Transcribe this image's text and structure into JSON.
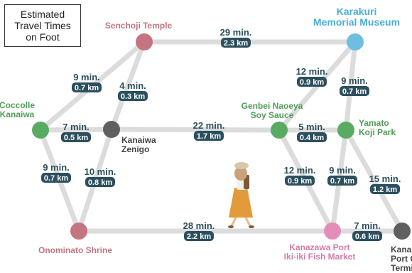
{
  "legend_title": "Estimated\nTravel Times\non Foot",
  "colors": {
    "route_line": "#dcdcdc",
    "pill_bg": "#2c4f5d",
    "time_text": "#2c4f5d",
    "pink_node": "#c4757f",
    "pink_label": "#c4757f",
    "blue_node": "#6fbee0",
    "blue_label": "#49aed6",
    "green_node": "#5aab62",
    "green_label": "#4f9e56",
    "gray_node": "#5f5f5f",
    "gray_label": "#444444",
    "port_node": "#e58db8",
    "port_label": "#d67ba8"
  },
  "places": [
    {
      "id": "senchoji",
      "name": "Senchoji Temple",
      "color": "pink"
    },
    {
      "id": "karakuri",
      "name": "Karakuri\nMemorial Museum",
      "color": "blue"
    },
    {
      "id": "coccolle",
      "name": "Coccolle\nKanaiwa",
      "color": "green"
    },
    {
      "id": "kanaiwa-zenigo",
      "name": "Kanaiwa\nZenigo",
      "color": "gray"
    },
    {
      "id": "genbei",
      "name": "Genbei Naoeya\nSoy Sauce",
      "color": "green"
    },
    {
      "id": "yamato",
      "name": "Yamato\nKoji Park",
      "color": "green"
    },
    {
      "id": "onominato",
      "name": "Onominato Shrine",
      "color": "pink"
    },
    {
      "id": "kanazawa-port",
      "name": "Kanazawa Port\nIki-iki Fish Market",
      "color": "port"
    },
    {
      "id": "kanazawa-port-terminal",
      "name": "Kanazawa\nPort Cruise\nTerminal",
      "color": "gray"
    }
  ],
  "routes": [
    {
      "id": "senchoji-karakuri",
      "time": "29 min.",
      "distance": "2.3 km"
    },
    {
      "id": "coccolle-senchoji",
      "time": "9 min.",
      "distance": "0.7 km"
    },
    {
      "id": "zenigo-senchoji",
      "time": "4 min.",
      "distance": "0.3 km"
    },
    {
      "id": "genbei-karakuri",
      "time": "12 min.",
      "distance": "0.9 km"
    },
    {
      "id": "yamato-karakuri",
      "time": "9 min.",
      "distance": "0.7 km"
    },
    {
      "id": "coccolle-zenigo",
      "time": "7 min.",
      "distance": "0.5 km"
    },
    {
      "id": "zenigo-genbei",
      "time": "22 min.",
      "distance": "1.7 km"
    },
    {
      "id": "genbei-yamato",
      "time": "5 min.",
      "distance": "0.4 km"
    },
    {
      "id": "coccolle-onominato",
      "time": "9 min.",
      "distance": "0.7 km"
    },
    {
      "id": "zenigo-onominato",
      "time": "10 min.",
      "distance": "0.8 km"
    },
    {
      "id": "genbei-port",
      "time": "12 min.",
      "distance": "0.9 km"
    },
    {
      "id": "yamato-port",
      "time": "9 min.",
      "distance": "0.7 km"
    },
    {
      "id": "yamato-terminal",
      "time": "15 min.",
      "distance": "1.2 km"
    },
    {
      "id": "onominato-port",
      "time": "28 min.",
      "distance": "2.2 km"
    },
    {
      "id": "port-terminal",
      "time": "7 min.",
      "distance": "0.6 km"
    }
  ]
}
